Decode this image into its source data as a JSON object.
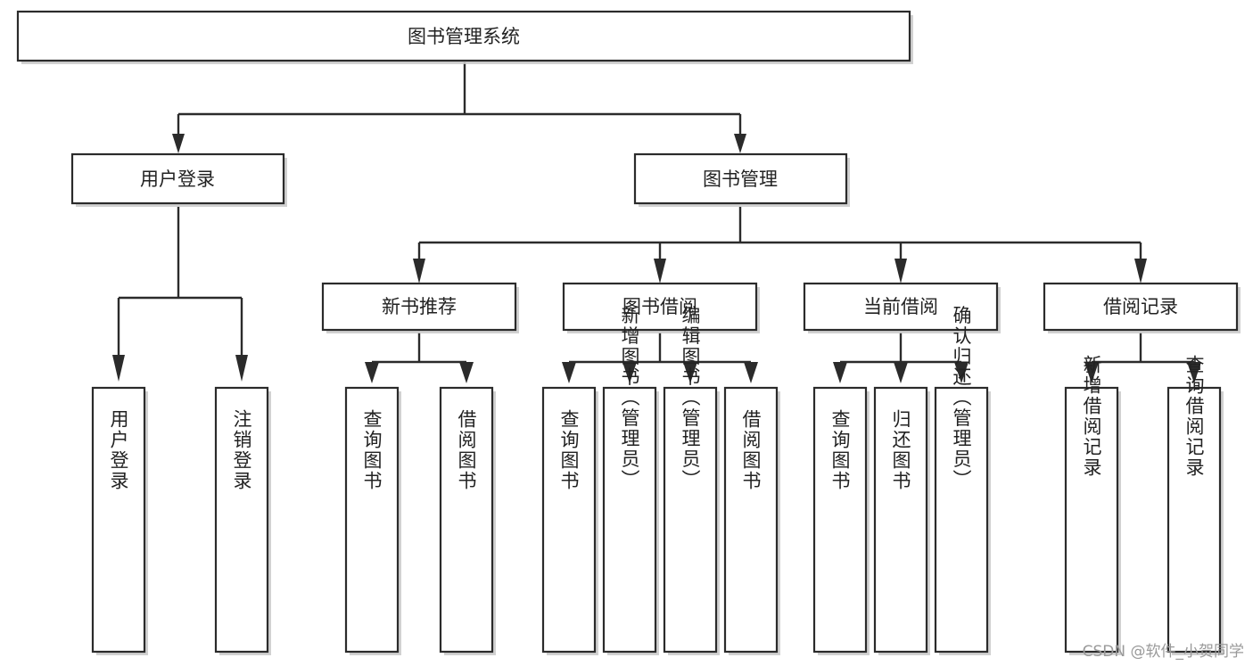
{
  "diagram": {
    "type": "tree",
    "title": "图书管理系统",
    "root": {
      "id": "root",
      "label": "图书管理系统",
      "orientation": "horizontal"
    },
    "level1": [
      {
        "id": "user-login",
        "label": "用户登录",
        "orientation": "horizontal"
      },
      {
        "id": "book-manage",
        "label": "图书管理",
        "orientation": "horizontal"
      }
    ],
    "level2": [
      {
        "id": "new-book-rec",
        "label": "新书推荐",
        "parent": "book-manage",
        "orientation": "horizontal"
      },
      {
        "id": "book-borrow",
        "label": "图书借阅",
        "parent": "book-manage",
        "orientation": "horizontal"
      },
      {
        "id": "current-borrow",
        "label": "当前借阅",
        "parent": "book-manage",
        "orientation": "horizontal"
      },
      {
        "id": "borrow-record",
        "label": "借阅记录",
        "parent": "book-manage",
        "orientation": "horizontal"
      }
    ],
    "leaves": [
      {
        "id": "leaf-user-login",
        "label": "用户登录",
        "parent": "user-login",
        "orientation": "vertical"
      },
      {
        "id": "leaf-user-logout",
        "label": "注销登录",
        "parent": "user-login",
        "orientation": "vertical"
      },
      {
        "id": "leaf-query-book-1",
        "label": "查询图书",
        "parent": "new-book-rec",
        "orientation": "vertical"
      },
      {
        "id": "leaf-borrow-book-1",
        "label": "借阅图书",
        "parent": "new-book-rec",
        "orientation": "vertical"
      },
      {
        "id": "leaf-query-book-2",
        "label": "查询图书",
        "parent": "book-borrow",
        "orientation": "vertical"
      },
      {
        "id": "leaf-add-book",
        "label": "新增图书（管理员）",
        "parent": "book-borrow",
        "orientation": "vertical"
      },
      {
        "id": "leaf-edit-book",
        "label": "编辑图书（管理员）",
        "parent": "book-borrow",
        "orientation": "vertical"
      },
      {
        "id": "leaf-borrow-book-2",
        "label": "借阅图书",
        "parent": "book-borrow",
        "orientation": "vertical"
      },
      {
        "id": "leaf-query-book-3",
        "label": "查询图书",
        "parent": "current-borrow",
        "orientation": "vertical"
      },
      {
        "id": "leaf-return-book",
        "label": "归还图书",
        "parent": "current-borrow",
        "orientation": "vertical"
      },
      {
        "id": "leaf-confirm-return",
        "label": "确认归还（管理员）",
        "parent": "current-borrow",
        "orientation": "vertical"
      },
      {
        "id": "leaf-add-record",
        "label": "新增借阅记录",
        "parent": "borrow-record",
        "orientation": "vertical"
      },
      {
        "id": "leaf-query-record",
        "label": "查询借阅记录",
        "parent": "borrow-record",
        "orientation": "vertical"
      }
    ],
    "colors": {
      "box_stroke": "#2b2b2b",
      "box_fill": "#ffffff",
      "connector": "#2b2b2b",
      "text": "#222222",
      "background": "#ffffff",
      "watermark": "#9a9a9a"
    }
  },
  "watermark": {
    "text": "CSDN @软件_小贺同学"
  }
}
